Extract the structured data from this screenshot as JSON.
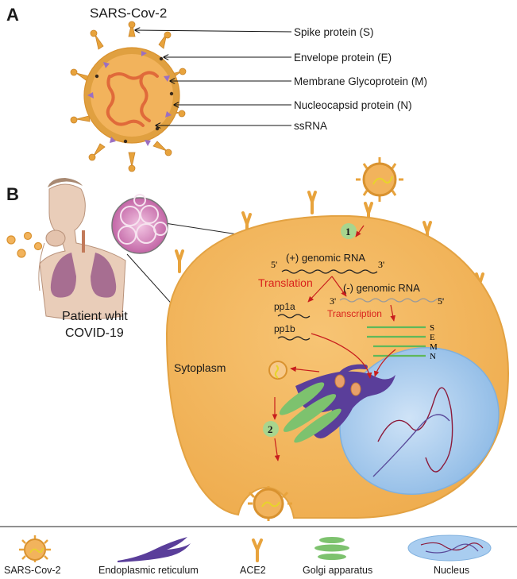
{
  "panel_a": {
    "letter": "A",
    "title": "SARS-Cov-2",
    "labels": [
      "Spike protein (S)",
      "Envelope protein (E)",
      "Membrane Glycoprotein (M)",
      "Nucleocapsid protein (N)",
      "ssRNA"
    ]
  },
  "panel_b": {
    "letter": "B",
    "patient_line1": "Patient whit",
    "patient_line2": "COVID-19",
    "cytoplasm": "Sytoplasm",
    "step1": "1",
    "step2": "2",
    "pos_rna": "(+) genomic RNA",
    "neg_rna": "(-) genomic RNA",
    "five_prime": "5'",
    "three_prime": "3'",
    "translation": "Translation",
    "transcription": "Transcription",
    "pp1a": "pp1a",
    "pp1b": "pp1b",
    "structural": [
      "S",
      "E",
      "M",
      "N"
    ]
  },
  "legend": {
    "items": [
      "SARS-Cov-2",
      "Endoplasmic reticulum",
      "ACE2",
      "Golgi apparatus",
      "Nucleus"
    ]
  },
  "colors": {
    "virion": "#f2b35c",
    "virion_edge": "#d9922f",
    "spike": "#e8a33c",
    "membrane": "#9b6fc2",
    "rna": "#e06a3a",
    "cell": "#f4b95f",
    "cell_edge": "#e3a242",
    "nucleus": "#a9cdf0",
    "er": "#5a3e9a",
    "golgi": "#7dc26e",
    "step_badge": "#a8d58e",
    "red_text": "#d9221c",
    "green_line": "#5fb85a",
    "lung": "#9b5d8a",
    "alveoli": "#d07bb5"
  }
}
